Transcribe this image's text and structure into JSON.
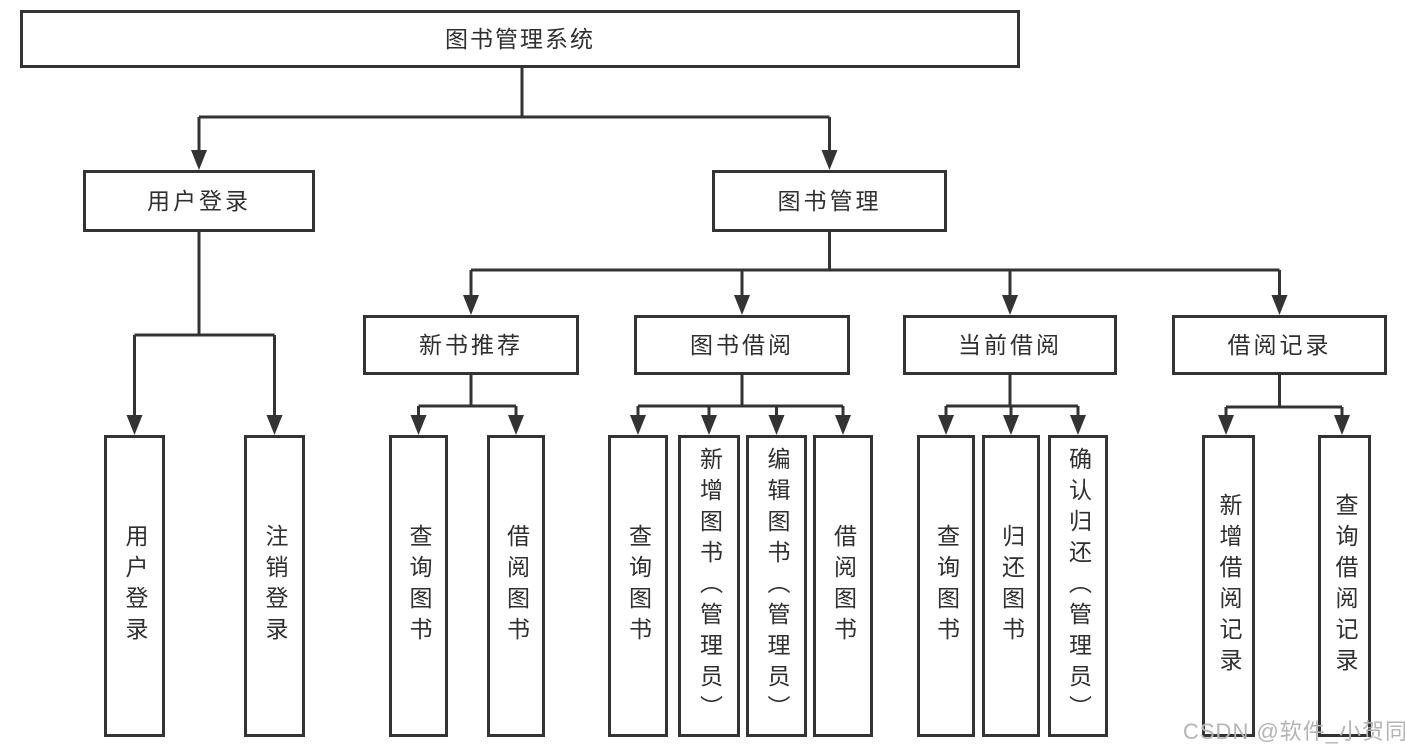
{
  "root": {
    "label": "图书管理系统"
  },
  "level2": [
    {
      "label": "用户登录"
    },
    {
      "label": "图书管理"
    }
  ],
  "level3": [
    {
      "label": "新书推荐",
      "parent": "图书管理"
    },
    {
      "label": "图书借阅",
      "parent": "图书管理"
    },
    {
      "label": "当前借阅",
      "parent": "图书管理"
    },
    {
      "label": "借阅记录",
      "parent": "图书管理"
    }
  ],
  "leaves": [
    {
      "label": "用户登录",
      "parent": "用户登录"
    },
    {
      "label": "注销登录",
      "parent": "用户登录"
    },
    {
      "label": "查询图书",
      "parent": "新书推荐"
    },
    {
      "label": "借阅图书",
      "parent": "新书推荐"
    },
    {
      "label": "查询图书",
      "parent": "图书借阅"
    },
    {
      "label": "新增图书（管理员）",
      "parent": "图书借阅"
    },
    {
      "label": "编辑图书（管理员）",
      "parent": "图书借阅"
    },
    {
      "label": "借阅图书",
      "parent": "图书借阅"
    },
    {
      "label": "查询图书",
      "parent": "当前借阅"
    },
    {
      "label": "归还图书",
      "parent": "当前借阅"
    },
    {
      "label": "确认归还（管理员）",
      "parent": "当前借阅"
    },
    {
      "label": "新增借阅记录",
      "parent": "借阅记录"
    },
    {
      "label": "查询借阅记录",
      "parent": "借阅记录"
    }
  ],
  "watermark": {
    "text": "CSDN @软件_小贺同学"
  },
  "colors": {
    "line": "#333333",
    "text": "#2f2f2f",
    "box_background": "#ffffff",
    "watermark": "#b4b4b4",
    "page_background": "#ffffff"
  }
}
